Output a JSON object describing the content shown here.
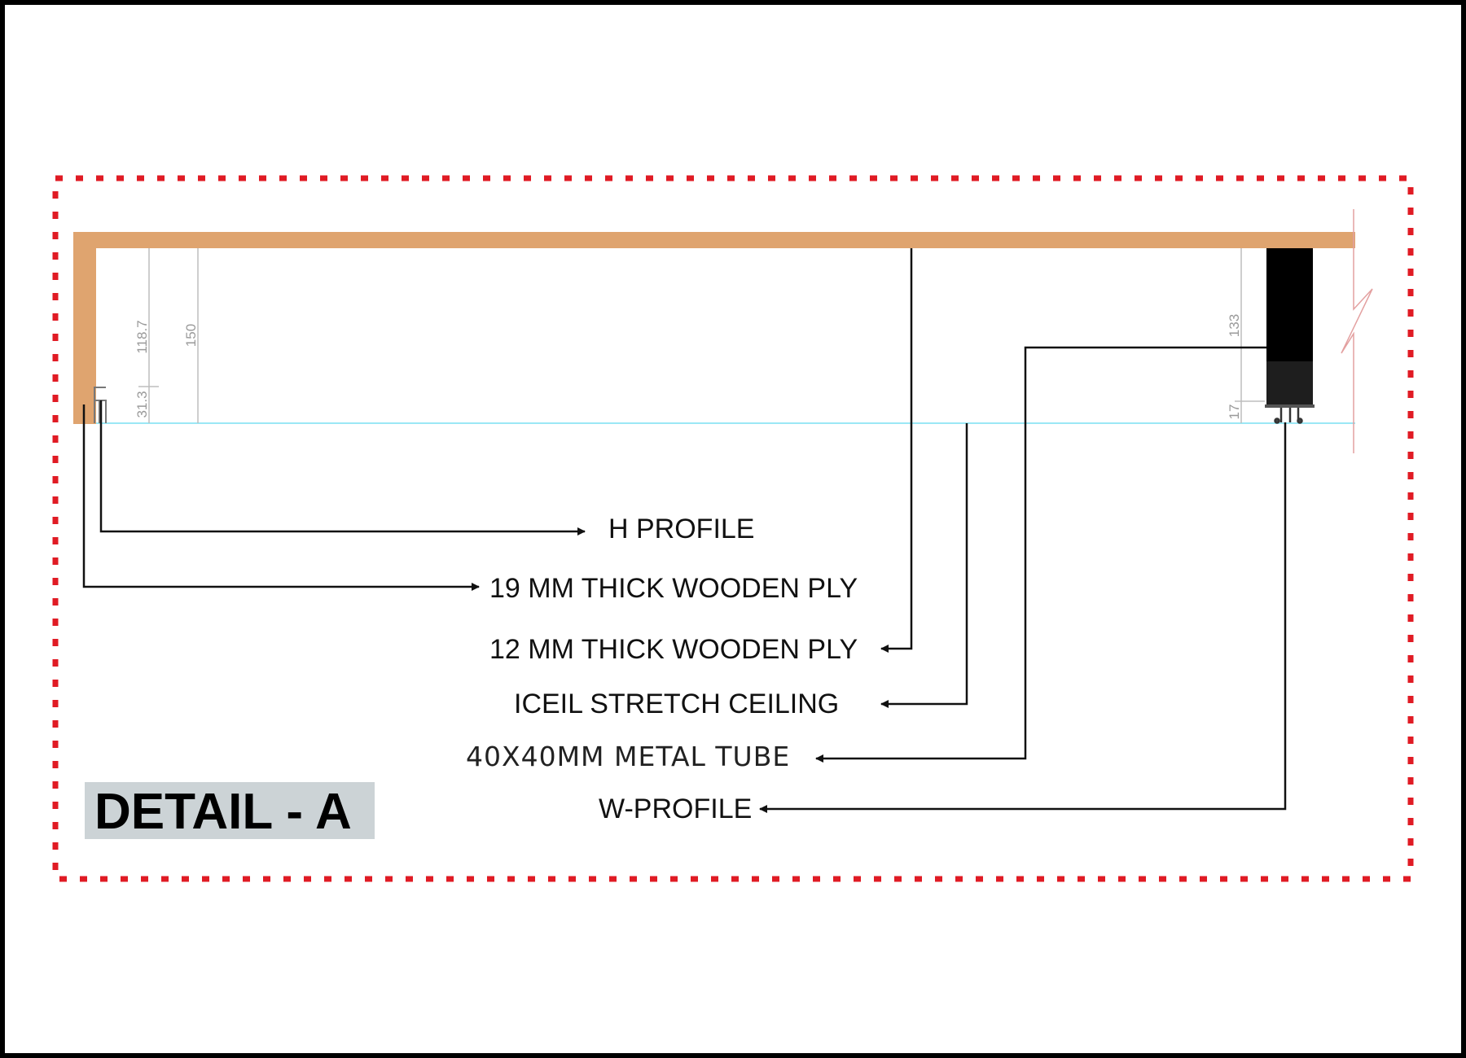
{
  "title": "DETAIL - A",
  "colors": {
    "ply": "#dfa46f",
    "frame_dash": "#e01b24",
    "ceiling_line": "#9be8f5",
    "title_bg": "#ccd3d6",
    "tube": "#000000",
    "leader": "#111111",
    "dimension": "#9a9a9a",
    "break_line": "#e3a0a0"
  },
  "dimensions": {
    "left_upper": "118.7",
    "left_lower": "31.3",
    "left_total": "150",
    "right_upper": "133",
    "right_lower": "17"
  },
  "labels": {
    "h_profile": "H PROFILE",
    "ply_19": "19 MM THICK WOODEN PLY",
    "ply_12": "12 MM THICK WOODEN PLY",
    "stretch_ceiling": "ICEIL STRETCH CEILING",
    "metal_tube": "40X40MM METAL TUBE",
    "w_profile": "W-PROFILE"
  }
}
